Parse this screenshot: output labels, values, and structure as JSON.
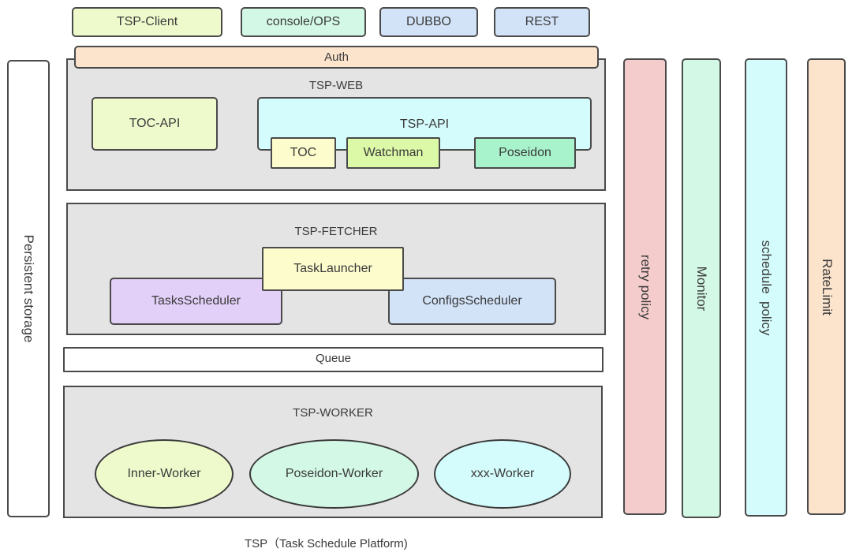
{
  "clients": [
    {
      "label": "TSP-Client",
      "color": "#eefacc"
    },
    {
      "label": "console/OPS",
      "color": "#d3f8e6"
    },
    {
      "label": "DUBBO",
      "color": "#d2e3f8"
    },
    {
      "label": "REST",
      "color": "#d2e3f8"
    }
  ],
  "auth": {
    "label": "Auth",
    "color": "#fbe3cc"
  },
  "persistent_storage": {
    "label": "Persistent storage"
  },
  "web": {
    "title": "TSP-WEB",
    "toc_api": {
      "label": "TOC-API",
      "color": "#eefacc"
    },
    "tsp_api": {
      "label": "TSP-API",
      "color": "#d5fcfc",
      "modules": [
        {
          "label": "TOC",
          "color": "#fdfccd"
        },
        {
          "label": "Watchman",
          "color": "#dcf9a8"
        },
        {
          "label": "Poseidon",
          "color": "#a8f3cc"
        }
      ]
    }
  },
  "fetcher": {
    "title": "TSP-FETCHER",
    "task_launcher": {
      "label": "TaskLauncher",
      "color": "#fdfccd"
    },
    "tasks_scheduler": {
      "label": "TasksScheduler",
      "color": "#e2d0f8"
    },
    "configs_scheduler": {
      "label": "ConfigsScheduler",
      "color": "#d2e3f8"
    }
  },
  "queue": {
    "label": "Queue"
  },
  "worker": {
    "title": "TSP-WORKER",
    "workers": [
      {
        "label": "Inner-Worker",
        "color": "#eefacc"
      },
      {
        "label": "Poseidon-Worker",
        "color": "#d3f8e6"
      },
      {
        "label": "xxx-Worker",
        "color": "#d5fcfc"
      }
    ]
  },
  "side_policies": [
    {
      "label": "retry policy",
      "color": "#f5cccc"
    },
    {
      "label": "Monitor",
      "color": "#d3f8e6"
    },
    {
      "label": "schedule  policy",
      "color": "#d5fcfc"
    },
    {
      "label": "RateLimit",
      "color": "#fbe3cc"
    }
  ],
  "caption": "TSP（Task Schedule Platform)"
}
